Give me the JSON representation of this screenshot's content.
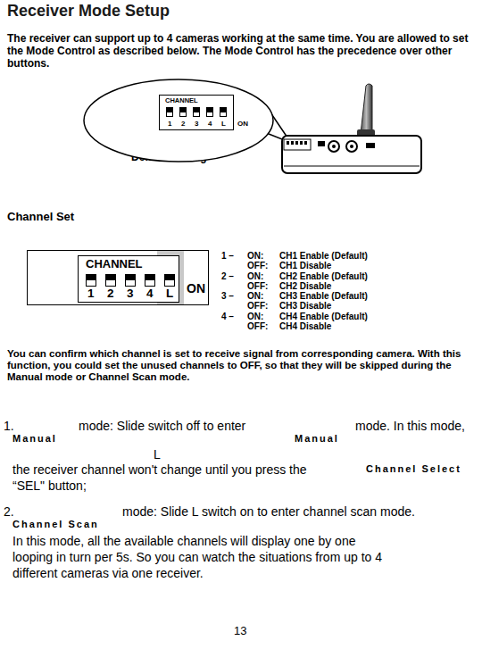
{
  "diagram": {
    "title": "Receiver Mode Setup",
    "nodes": [
      {
        "text": [
          "ON"
        ]
      },
      {
        "text": [
          "CHANNEL",
          "1",
          "2",
          "3",
          "4",
          "L"
        ],
        "in": 0
      },
      {
        "text": [
          "ON"
        ]
      },
      {
        "text": [
          "CHANNEL",
          "1",
          "2",
          "3",
          "4",
          "L"
        ],
        "in": 2
      }
    ],
    "edges": [],
    "labels": [
      "The receiver can support up to 4 cameras working at the same time. You are allowed to set the Mode Control as described below. The Mode Control has the precedence over other buttons.",
      "Default Setting",
      "Channel Set",
      "1 –",
      "ON:",
      "CH1 Enable (Default)",
      "OFF:",
      "CH1 Disable",
      "2 –",
      "ON:",
      "CH2 Enable (Default)",
      "OFF:",
      "CH2 Disable",
      "3 –",
      "ON:",
      "CH3 Enable (Default)",
      "OFF:",
      "CH3 Disable",
      "4 –",
      "ON:",
      "CH4 Enable (Default)",
      "OFF:",
      "CH4 Disable",
      "You can confirm which channel is set to receive signal from corresponding camera. With this function, you could set the unused channels to OFF, so that they will be skipped during the Manual mode or Channel Scan mode.",
      "1.",
      "mode: Slide switch off to enter",
      "mode. In this mode,",
      "Manual",
      "Manual",
      "L",
      "the receiver channel won't change until you press the",
      "Channel Select",
      "“SEL\" button;",
      "2.",
      "mode: Slide L switch on to enter channel scan mode.",
      "Channel Scan",
      "In this mode, all the available channels will display one by one",
      "looping in turn per 5s. So you can watch the situations from up to 4",
      "different cameras via one receiver.",
      "13"
    ]
  }
}
